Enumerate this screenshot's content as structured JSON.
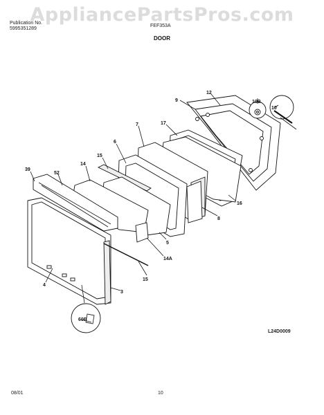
{
  "watermark": "AppliancePartsPros.com",
  "header": {
    "publication_label": "Publication No.",
    "publication_number": "5995351289",
    "model": "FEF353A",
    "section_title": "DOOR"
  },
  "callouts": {
    "p9": "9",
    "p12": "12",
    "p10b": "10B",
    "p10": "10",
    "p7": "7",
    "p17": "17",
    "p6": "6",
    "p15a": "15",
    "p14": "14",
    "p39": "39",
    "p52": "52",
    "p16": "16",
    "p8": "8",
    "p5": "5",
    "p14a": "14A",
    "p15b": "15",
    "p3": "3",
    "p4": "4",
    "p60b": "60B"
  },
  "diagram_code": "L24D0009",
  "footer": {
    "date": "08/01",
    "page": "10"
  }
}
